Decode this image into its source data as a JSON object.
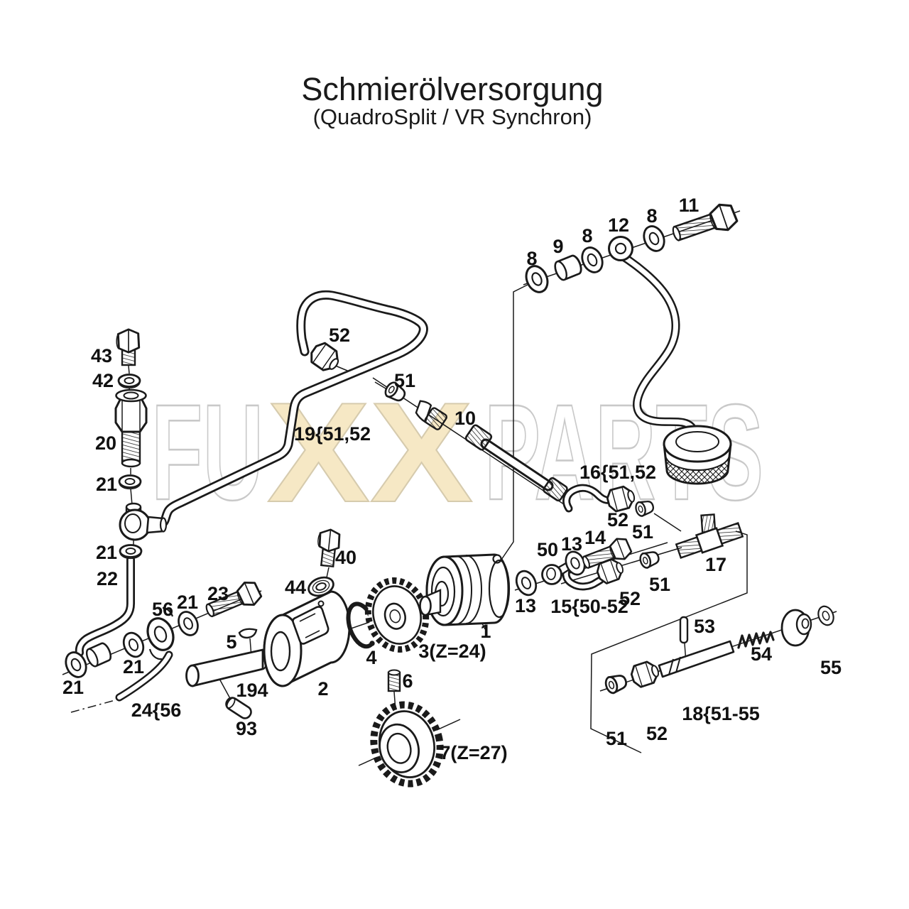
{
  "title": {
    "main": "Schmierölversorgung",
    "sub": "(QuadroSplit / VR Synchron)"
  },
  "watermark": {
    "fu": "FU",
    "xx": "XX",
    "parts": "PARTS"
  },
  "colors": {
    "background": "#ffffff",
    "ink": "#1a1a1a",
    "label_ink": "#111111",
    "watermark_fill": "#f6e8c5",
    "watermark_outline": "#c9c9c9"
  },
  "part_labels": {
    "1": "1",
    "2": "2",
    "3": "3(Z=24)",
    "4": "4",
    "5": "5",
    "6": "6",
    "7": "7(Z=27)",
    "8": "8",
    "9": "9",
    "10": "10",
    "11": "11",
    "12": "12",
    "13": "13",
    "14": "14",
    "15": "15{50-52",
    "16": "16{51,52",
    "17": "17",
    "18": "18{51-55",
    "19": "19{51,52",
    "20": "20",
    "21": "21",
    "22": "22",
    "23": "23",
    "24": "24{56",
    "40": "40",
    "42": "42",
    "43": "43",
    "44": "44",
    "50": "50",
    "51": "51",
    "52": "52",
    "53": "53",
    "54": "54",
    "55": "55",
    "56": "56",
    "93": "93",
    "194": "194"
  }
}
